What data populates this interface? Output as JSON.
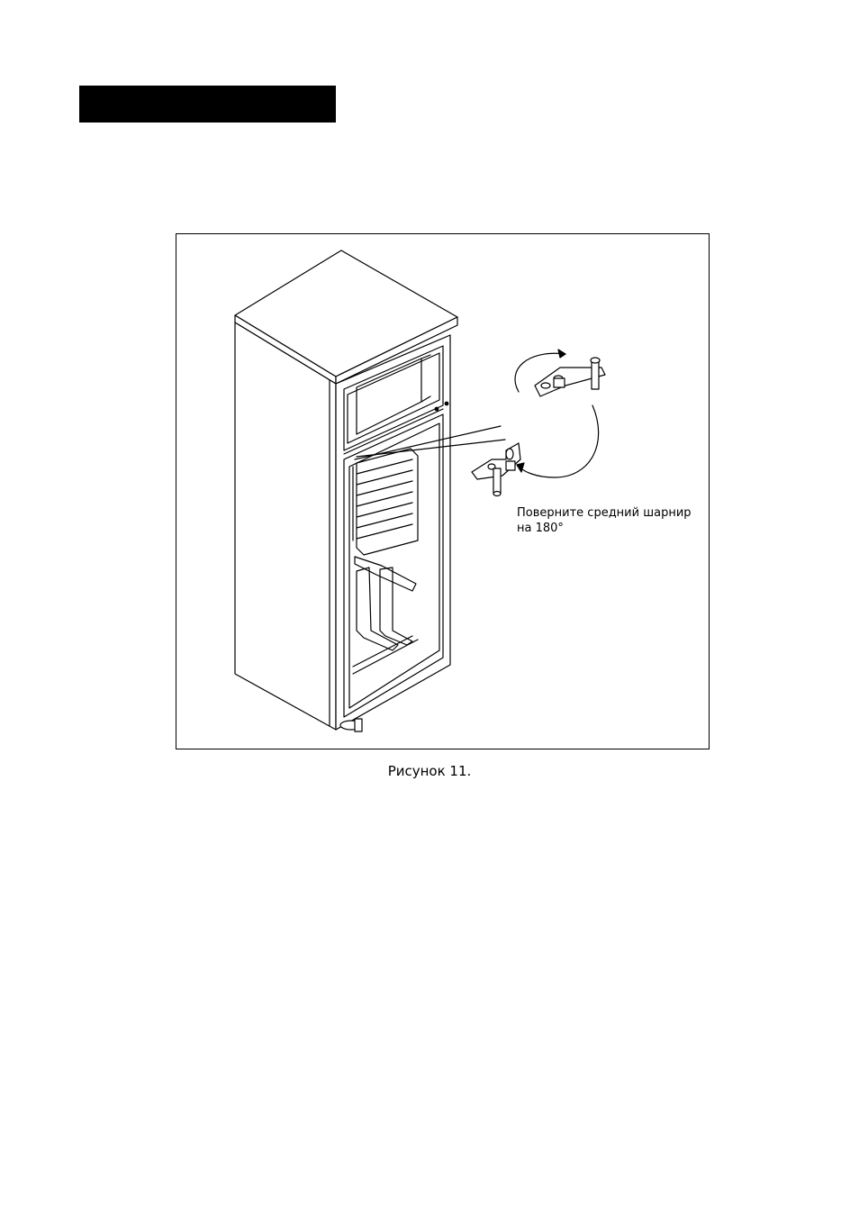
{
  "figure": {
    "annotation_line1": "Поверните средний шарнир",
    "annotation_line2": "на 180°",
    "caption": "Рисунок 11."
  }
}
